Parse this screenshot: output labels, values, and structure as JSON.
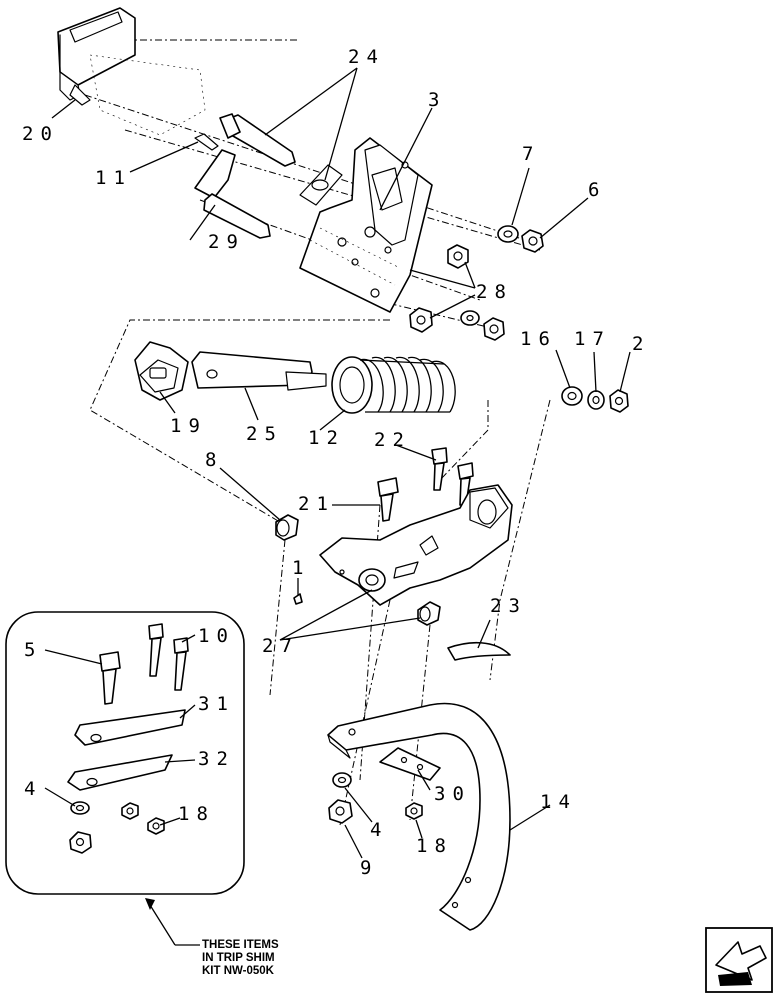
{
  "labels": {
    "p1": "1",
    "p2": "2",
    "p3": "3",
    "p4a": "4",
    "p4b": "4",
    "p5": "5",
    "p6": "6",
    "p7": "7",
    "p8": "8",
    "p9": "9",
    "p10": "10",
    "p11": "11",
    "p12": "12",
    "p14": "14",
    "p16": "16",
    "p17": "17",
    "p18a": "18",
    "p18b": "18",
    "p19": "19",
    "p20": "20",
    "p21": "21",
    "p22": "22",
    "p23": "23",
    "p24": "24",
    "p25": "25",
    "p27": "27",
    "p28": "28",
    "p29": "29",
    "p30": "30",
    "p31": "31",
    "p32": "32"
  },
  "kit_note": {
    "line1": "THESE ITEMS",
    "line2": "IN TRIP SHIM",
    "line3": "KIT NW-050K"
  },
  "icons": {
    "nav": "arrow-icon"
  }
}
